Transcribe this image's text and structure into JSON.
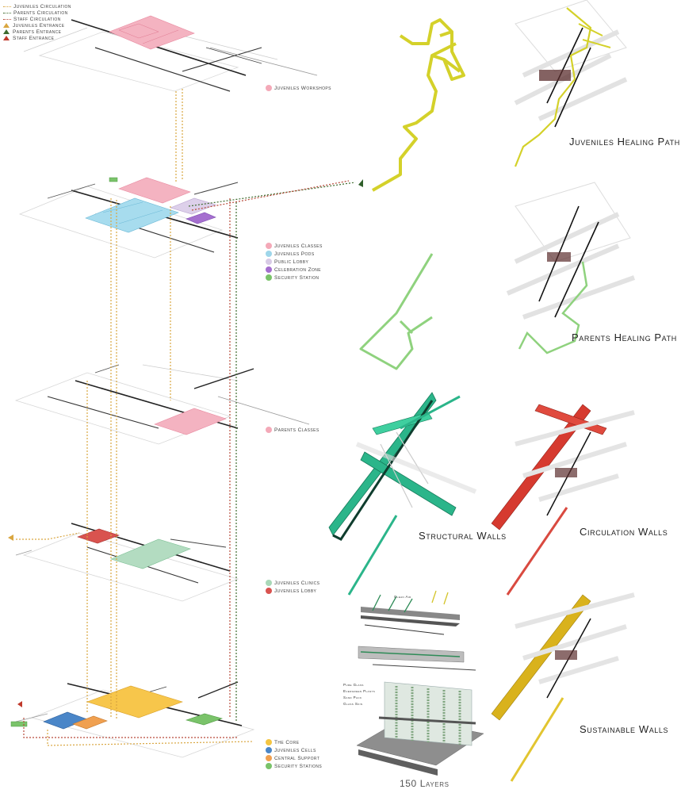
{
  "top_legend": [
    {
      "label": "Juveniles Circulation",
      "color": "#d9a640",
      "kind": "line"
    },
    {
      "label": "Parents Circulation",
      "color": "#3e6b2e",
      "kind": "line"
    },
    {
      "label": "Staff Circulation",
      "color": "#b84a3a",
      "kind": "line"
    },
    {
      "label": "Juveniles Entrance",
      "color": "#d9a640",
      "kind": "triangle"
    },
    {
      "label": "Parents Entrance",
      "color": "#3e6b2e",
      "kind": "triangle"
    },
    {
      "label": "Staff Entrance",
      "color": "#c0392b",
      "kind": "triangle"
    }
  ],
  "legend_workshops": [
    {
      "label": "Juveniles Workshops",
      "color": "#f4a9b8"
    }
  ],
  "legend_level2": [
    {
      "label": "Juveniles Classes",
      "color": "#f4a9b8"
    },
    {
      "label": "Juveniles Pods",
      "color": "#9ed6ea"
    },
    {
      "label": "Public Lobby",
      "color": "#d8cbe6"
    },
    {
      "label": "Celebration Zone",
      "color": "#a56fcf"
    },
    {
      "label": "Security Station",
      "color": "#7ac36a"
    }
  ],
  "legend_parents": [
    {
      "label": "Parents Classes",
      "color": "#f4a9b8"
    }
  ],
  "legend_clinics": [
    {
      "label": "Juveniles Clinics",
      "color": "#a9d8b8"
    },
    {
      "label": "Juveniles Lobby",
      "color": "#d9534f"
    }
  ],
  "legend_ground": [
    {
      "label": "The Core",
      "color": "#f4c542"
    },
    {
      "label": "Juveniles Cells",
      "color": "#4a86c8"
    },
    {
      "label": "Central Support",
      "color": "#f0a050"
    },
    {
      "label": "Security Stations",
      "color": "#7ac36a"
    }
  ],
  "captions": {
    "juveniles_path": "Juveniles Healing Path",
    "parents_path": "Parents Healing Path",
    "structural": "Structural Walls",
    "circulation": "Circulation Walls",
    "sustainable": "Sustainable Walls",
    "layers": "150 Layers"
  },
  "detail_labels": {
    "section_top": "Clean Air",
    "glass_lines": [
      "Pure Glass",
      "Evergreen Plants",
      "Sand Pack",
      "Glass Skin"
    ]
  },
  "colors": {
    "yellow_path": "#d4d12a",
    "green_path": "#8fd27e",
    "teal_walls": "#2bb58a",
    "red_walls": "#d63a2f",
    "gold_walls": "#d9b21c"
  }
}
